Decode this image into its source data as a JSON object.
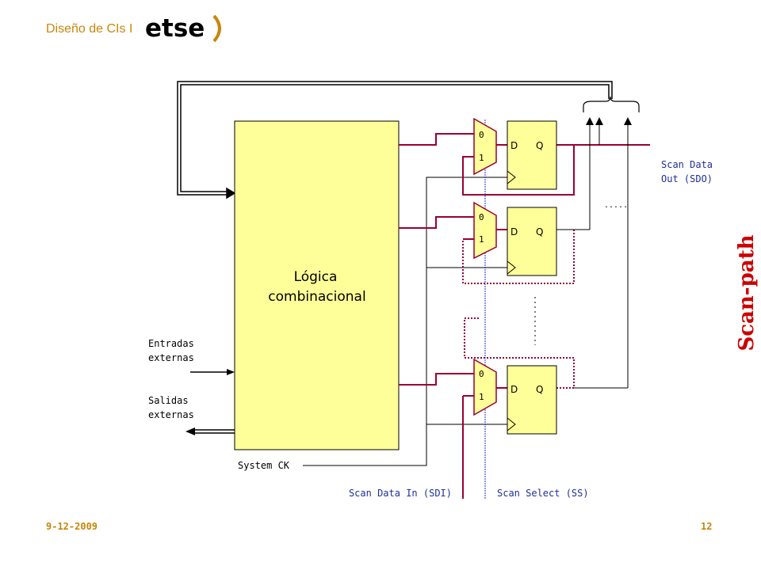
{
  "header": {
    "course": "Diseño de CIs I",
    "logo_text": "etse"
  },
  "diagram": {
    "block_line1": "Lógica",
    "block_line2": "combinacional",
    "inputs_line1": "Entradas",
    "inputs_line2": "externas",
    "outputs_line1": "Salidas",
    "outputs_line2": "externas",
    "clock_label": "System CK",
    "mux_in0": "0",
    "mux_in1": "1",
    "ff_d": "D",
    "ff_q": "Q",
    "sdo_line1": "Scan Data",
    "sdo_line2": "Out (SDO)",
    "sdi_label": "Scan Data In (SDI)",
    "ss_label": "Scan Select (SS)",
    "title": "Scan-path",
    "ellipsis": "....."
  },
  "footer": {
    "date": "9-12-2009",
    "page": "12"
  },
  "colors": {
    "accent": "#c8860a",
    "title": "#cc0000",
    "block_fill": "#ffff99",
    "scan_wire": "#990033",
    "select_wire": "#2233cc",
    "label_blue": "#1f2f99"
  }
}
